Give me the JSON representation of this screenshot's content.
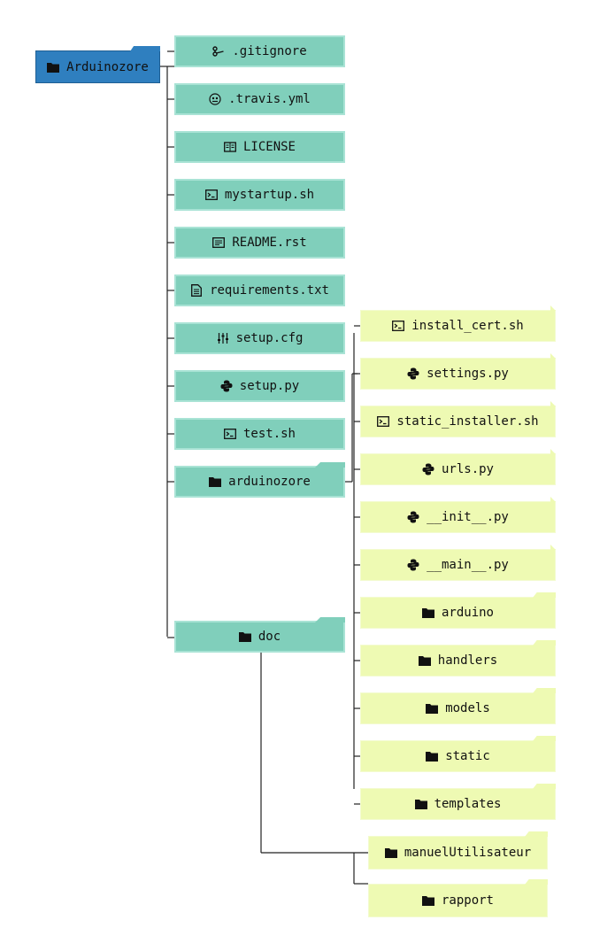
{
  "root": {
    "label": "Arduinozore",
    "icon": "folder-icon",
    "color": "#2f7fbf"
  },
  "level1": [
    {
      "label": ".gitignore",
      "icon": "git-icon",
      "type": "file"
    },
    {
      "label": ".travis.yml",
      "icon": "travis-icon",
      "type": "file"
    },
    {
      "label": "LICENSE",
      "icon": "book-icon",
      "type": "file"
    },
    {
      "label": "mystartup.sh",
      "icon": "terminal-icon",
      "type": "file"
    },
    {
      "label": "README.rst",
      "icon": "readme-icon",
      "type": "file"
    },
    {
      "label": "requirements.txt",
      "icon": "text-file-icon",
      "type": "file"
    },
    {
      "label": "setup.cfg",
      "icon": "settings-sliders-icon",
      "type": "file"
    },
    {
      "label": "setup.py",
      "icon": "python-icon",
      "type": "file"
    },
    {
      "label": "test.sh",
      "icon": "terminal-icon",
      "type": "file"
    },
    {
      "label": "arduinozore",
      "icon": "folder-icon",
      "type": "folder"
    },
    {
      "label": "doc",
      "icon": "folder-icon",
      "type": "folder"
    }
  ],
  "arduinozore_children": [
    {
      "label": "install_cert.sh",
      "icon": "terminal-icon",
      "type": "file"
    },
    {
      "label": "settings.py",
      "icon": "python-icon",
      "type": "file"
    },
    {
      "label": "static_installer.sh",
      "icon": "terminal-icon",
      "type": "file"
    },
    {
      "label": "urls.py",
      "icon": "python-icon",
      "type": "file"
    },
    {
      "label": "__init__.py",
      "icon": "python-icon",
      "type": "file"
    },
    {
      "label": "__main__.py",
      "icon": "python-icon",
      "type": "file"
    },
    {
      "label": "arduino",
      "icon": "folder-icon",
      "type": "folder"
    },
    {
      "label": "handlers",
      "icon": "folder-icon",
      "type": "folder"
    },
    {
      "label": "models",
      "icon": "folder-icon",
      "type": "folder"
    },
    {
      "label": "static",
      "icon": "folder-icon",
      "type": "folder"
    },
    {
      "label": "templates",
      "icon": "folder-icon",
      "type": "folder"
    }
  ],
  "doc_children": [
    {
      "label": "manuelUtilisateur",
      "icon": "folder-icon",
      "type": "folder"
    },
    {
      "label": "rapport",
      "icon": "folder-icon",
      "type": "folder"
    }
  ],
  "colors": {
    "root": "#2f7fbf",
    "level1": "#80cfbb",
    "level2": "#eefab3",
    "line": "#222222"
  }
}
